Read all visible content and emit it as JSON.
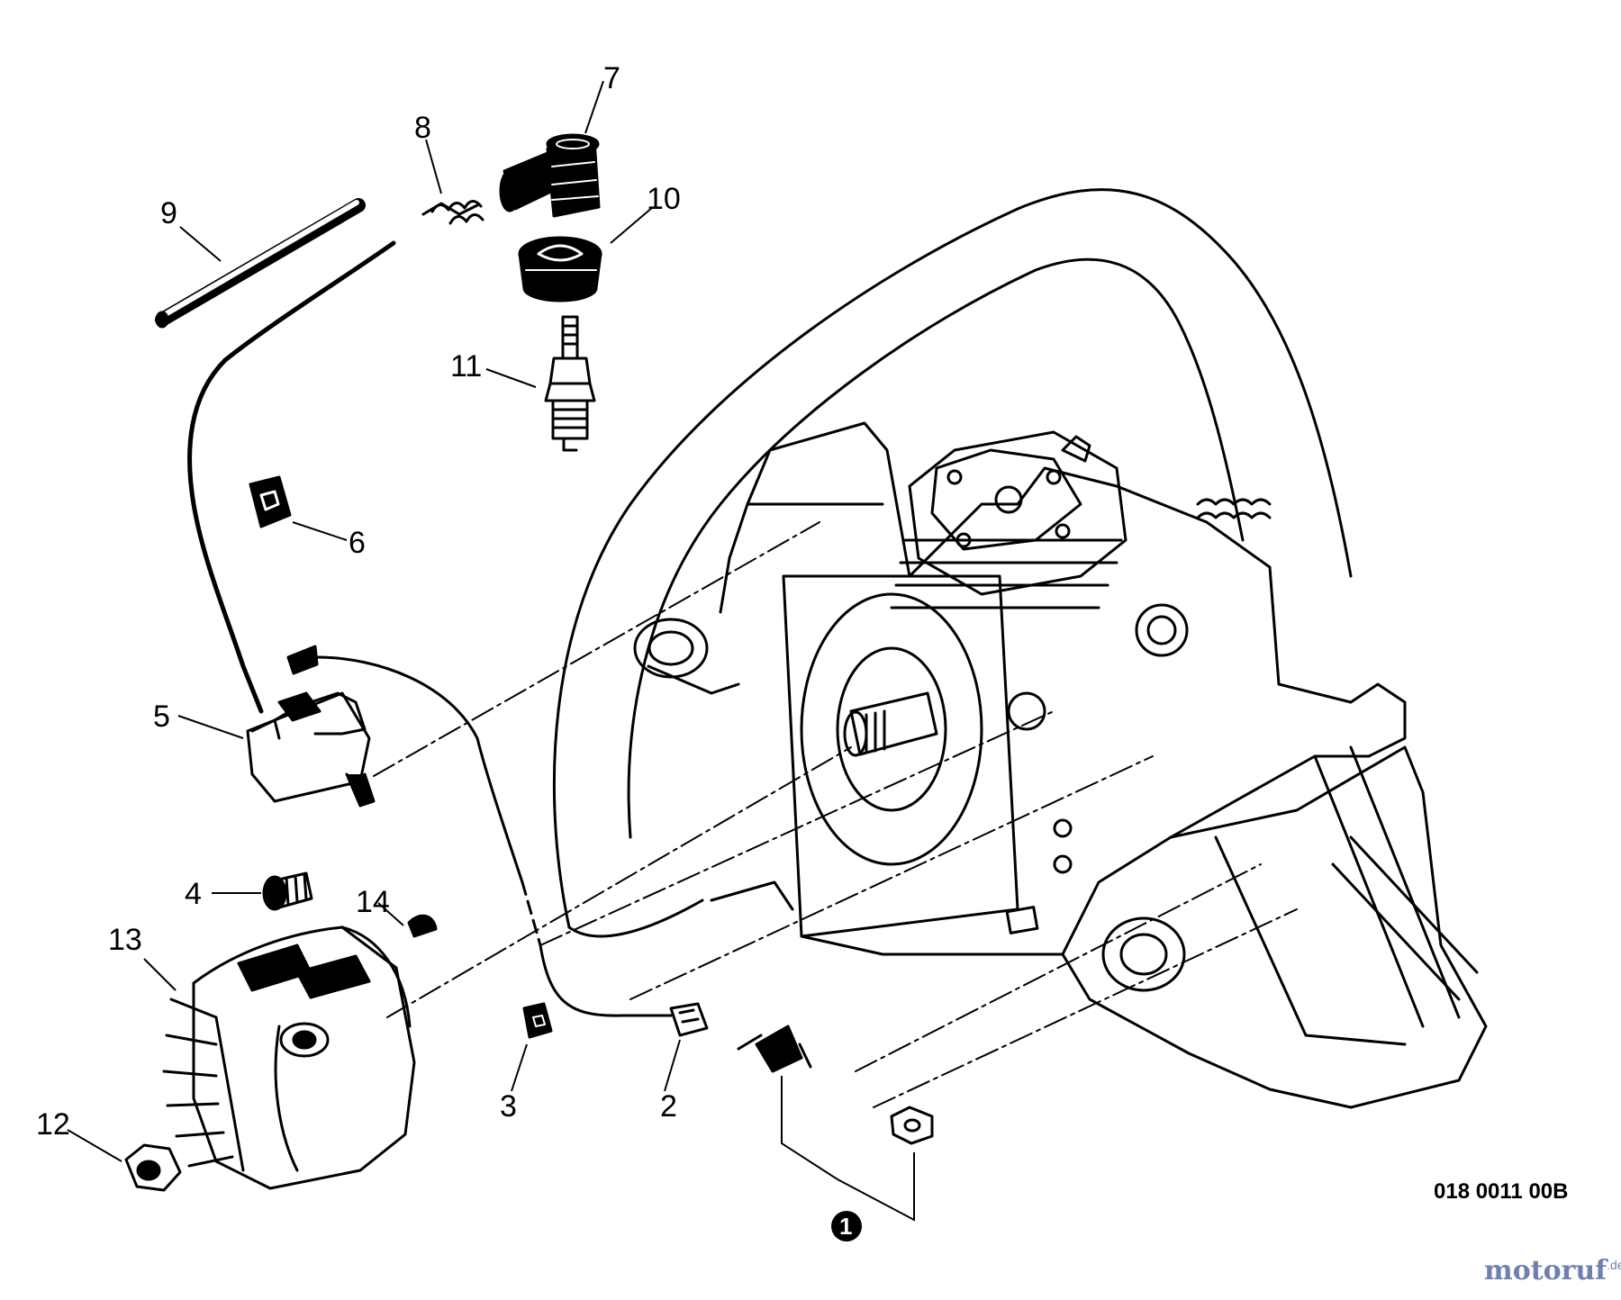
{
  "diagram": {
    "part_labels": [
      "1",
      "2",
      "3",
      "4",
      "5",
      "6",
      "7",
      "8",
      "9",
      "10",
      "11",
      "12",
      "13",
      "14"
    ],
    "drawing_code": "018 0011 00B",
    "watermark": {
      "text": "motoruf",
      "suffix": ".de"
    },
    "colors": {
      "line": "#000000",
      "background": "#ffffff",
      "watermark": "#6f7fb0"
    }
  }
}
